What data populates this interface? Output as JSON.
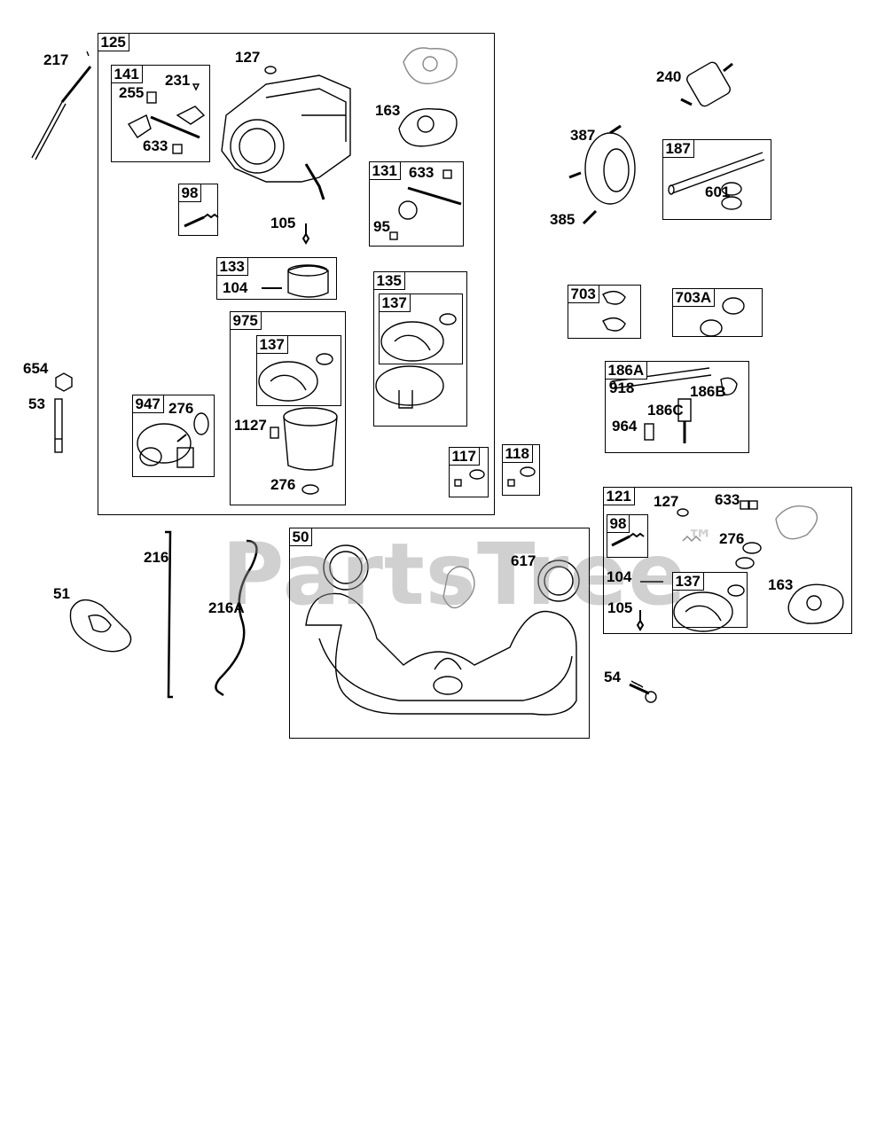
{
  "watermark": {
    "text": "PartsTree",
    "trademark": "™"
  },
  "boxes": {
    "b125": "125",
    "b141": "141",
    "b98a": "98",
    "b133": "133",
    "b131": "131",
    "b135": "135",
    "b137a": "137",
    "b975": "975",
    "b137b": "137",
    "b947": "947",
    "b117": "117",
    "b118": "118",
    "b187": "187",
    "b703": "703",
    "b703a": "703A",
    "b186a": "186A",
    "b121": "121",
    "b98b": "98",
    "b137c": "137",
    "b50": "50"
  },
  "labels": {
    "p217": "217",
    "p127a": "127",
    "p231": "231",
    "p255": "255",
    "p633a": "633",
    "p163a": "163",
    "p633b": "633",
    "p95": "95",
    "p105a": "105",
    "p104a": "104",
    "p654": "654",
    "p53": "53",
    "p276a": "276",
    "p1127": "1127",
    "p276b": "276",
    "p240": "240",
    "p387": "387",
    "p385": "385",
    "p601": "601",
    "p918": "918",
    "p186b": "186B",
    "p186c": "186C",
    "p964": "964",
    "p127b": "127",
    "p633c": "633",
    "p276c": "276",
    "p104b": "104",
    "p105b": "105",
    "p163b": "163",
    "p216": "216",
    "p216a": "216A",
    "p51": "51",
    "p617": "617",
    "p54": "54"
  }
}
